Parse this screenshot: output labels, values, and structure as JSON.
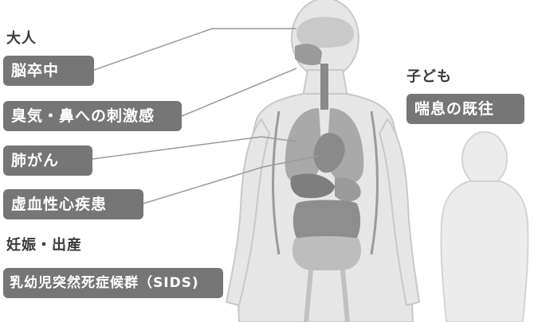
{
  "adult": {
    "heading": "大人",
    "items": [
      "脳卒中",
      "臭気・鼻への刺激感",
      "肺がん",
      "虚血性心疾患"
    ]
  },
  "pregnancy": {
    "heading": "妊娠・出産",
    "items": [
      "乳幼児突然死症候群（SIDS)"
    ]
  },
  "child": {
    "heading": "子ども",
    "items": [
      "喘息の既往"
    ]
  },
  "colors": {
    "label_bg": "#767676",
    "label_text": "#ffffff",
    "heading_text": "#3a3a3a",
    "body_fill": "#e6e6e6",
    "body_outline": "#c8c8c8",
    "organ_dark": "#8a8a8a",
    "organ_mid": "#a9a9a9",
    "leader_line": "#9a9a9a"
  }
}
